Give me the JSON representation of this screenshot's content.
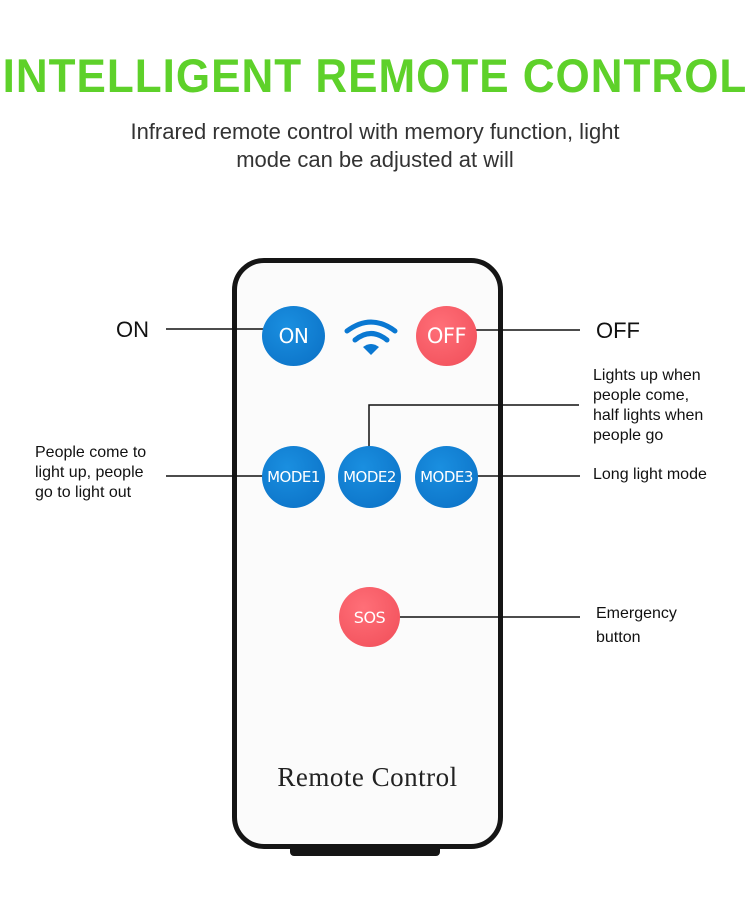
{
  "headline": "INTELLIGENT REMOTE CONTROL",
  "subheadline": {
    "line1": "Infrared remote control with memory function, light",
    "line2": "mode can be adjusted at will"
  },
  "remote": {
    "buttons": {
      "on": "ON",
      "off": "OFF",
      "mode1": "MODE1",
      "mode2": "MODE2",
      "mode3": "MODE3",
      "sos": "SOS"
    },
    "label": "Remote Control",
    "signal_icon": "wifi-signal-icon"
  },
  "callouts": {
    "on": "ON",
    "off": "OFF",
    "mode2": [
      "Lights up when",
      "people come,",
      "half lights when",
      "people go"
    ],
    "mode1": [
      "People come to",
      "light up, people",
      "go to light out"
    ],
    "mode3": "Long light mode",
    "sos": [
      "Emergency",
      "button"
    ]
  },
  "colors": {
    "headline": "#5ed12a",
    "blue_button": "#0a78d2",
    "red_button": "#f4555f",
    "remote_border": "#151515"
  }
}
